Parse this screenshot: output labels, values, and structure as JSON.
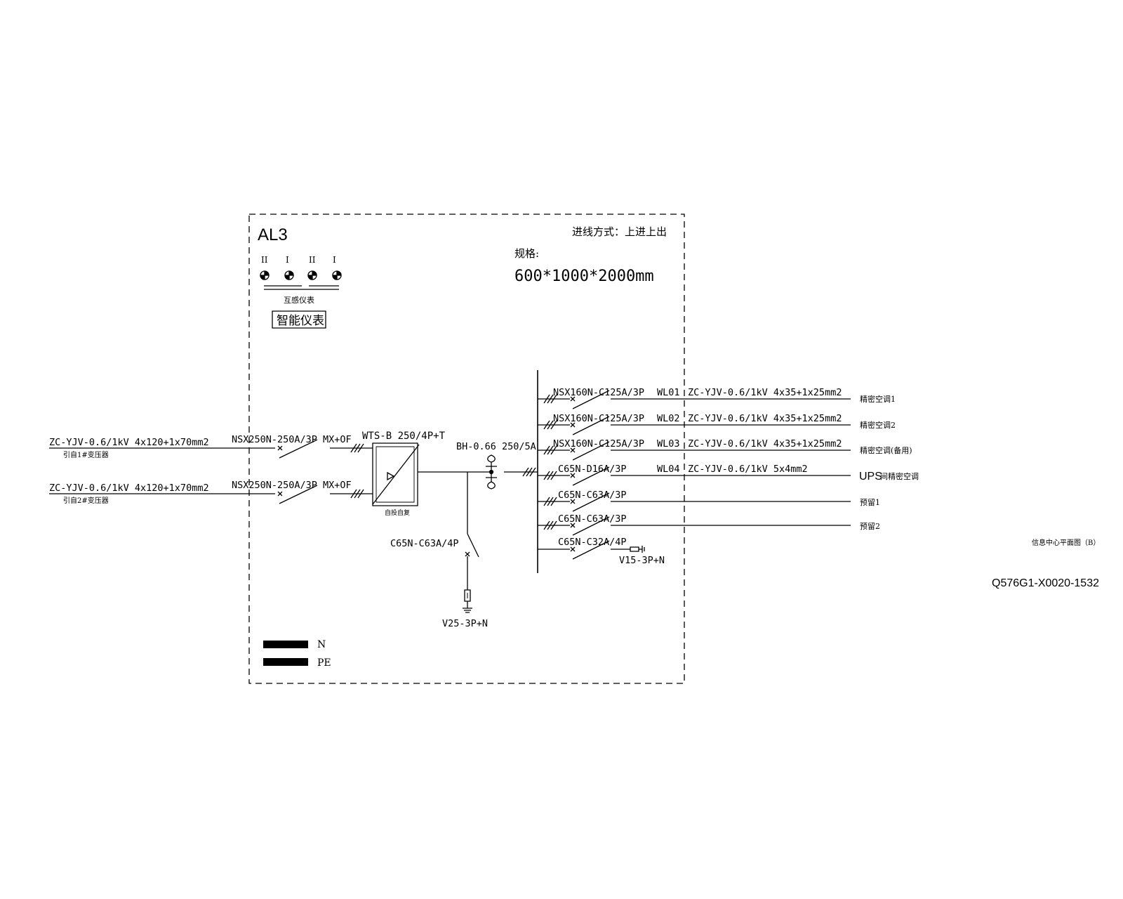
{
  "panel": {
    "name": "AL3",
    "entry_method": "进线方式：上进上出",
    "spec_label": "规格:",
    "spec_value": "600*1000*2000mm",
    "meter_phase_labels": [
      "II",
      "I",
      "II",
      "I"
    ],
    "transformer_meter_label": "互感仪表",
    "smart_meter_label": "智能仪表"
  },
  "incomers": [
    {
      "cable": "ZC-YJV-0.6/1kV 4x120+1x70mm2",
      "source": "引自1#变压器",
      "breaker": "NSX250N-250A/3P MX+OF"
    },
    {
      "cable": "ZC-YJV-0.6/1kV 4x120+1x70mm2",
      "source": "引自2#变压器",
      "breaker": "NSX250N-250A/3P MX+OF"
    }
  ],
  "ats": {
    "model": "WTS-B 250/4P+T",
    "label": "自投自复"
  },
  "ct": {
    "label": "BH-0.66 250/5A"
  },
  "spd_main": {
    "breaker": "C65N-C63A/4P",
    "spd": "V25-3P+N"
  },
  "outgoing": [
    {
      "breaker": "NSX160N-C125A/3P",
      "circuit": "WL01",
      "cable": "ZC-YJV-0.6/1kV 4x35+1x25mm2",
      "load": "精密空调1"
    },
    {
      "breaker": "NSX160N-C125A/3P",
      "circuit": "WL02",
      "cable": "ZC-YJV-0.6/1kV 4x35+1x25mm2",
      "load": "精密空调2"
    },
    {
      "breaker": "NSX160N-C125A/3P",
      "circuit": "WL03",
      "cable": "ZC-YJV-0.6/1kV 4x35+1x25mm2",
      "load": "精密空调(备用)"
    },
    {
      "breaker": "C65N-D16A/3P",
      "circuit": "WL04",
      "cable": "ZC-YJV-0.6/1kV 5x4mm2",
      "load_prefix": "UPS",
      "load": "间精密空调"
    },
    {
      "breaker": "C65N-C63A/3P",
      "circuit": "",
      "cable": "",
      "load": "预留1"
    },
    {
      "breaker": "C65N-C63A/3P",
      "circuit": "",
      "cable": "",
      "load": "预留2"
    },
    {
      "breaker": "C65N-C32A/4P",
      "circuit": "",
      "cable": "",
      "load": "V15-3P+N"
    }
  ],
  "legend": {
    "n": "N",
    "pe": "PE"
  },
  "drawing_ref": "信息中心平面图（B）",
  "drawing_number": "Q576G1-X0020-1532"
}
